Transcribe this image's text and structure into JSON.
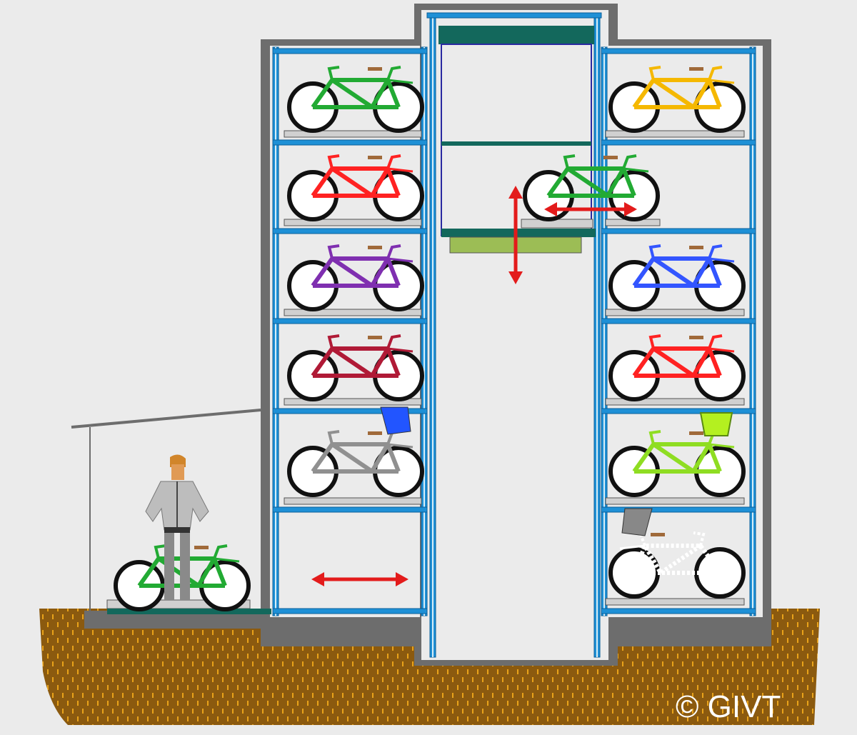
{
  "copyright": "© GIVT",
  "colors": {
    "background": "#ebebeb",
    "soil": "#8b5a0f",
    "soil_hatch": "#e8a21a",
    "wall": "#6d6d6d",
    "frame": "#1e90d6",
    "frame_light": "#d7eef8",
    "shelf": "#d0d0d0",
    "lift_platform": "#13685c",
    "lift_counterweight": "#9cbd55",
    "arrow": "#e31b1b",
    "person_jacket": "#bdbdbd",
    "person_skin": "#e09a55",
    "person_hair": "#d1852a"
  },
  "bikes": {
    "left_column": [
      {
        "color": "#22aa33"
      },
      {
        "color": "#ff2222"
      },
      {
        "color": "#7f2fb0"
      },
      {
        "color": "#b01a36"
      },
      {
        "color": "#909090",
        "accessory": "child-seat",
        "accessory_color": "#2255ff"
      }
    ],
    "right_column": [
      {
        "color": "#f5b800"
      },
      {
        "color": "#3355ff"
      },
      {
        "color": "#ff2222"
      },
      {
        "color": "#8fdd22",
        "accessory": "basket",
        "accessory_color": "#b4f020"
      },
      {
        "color": "#ffffff",
        "accessory": "child-seat",
        "accessory_color": "#888888"
      }
    ],
    "lift": {
      "color": "#22aa33"
    },
    "entrance": {
      "color": "#22aa33"
    }
  },
  "icons": [
    "vertical-arrow-icon",
    "horizontal-arrow-icon"
  ]
}
